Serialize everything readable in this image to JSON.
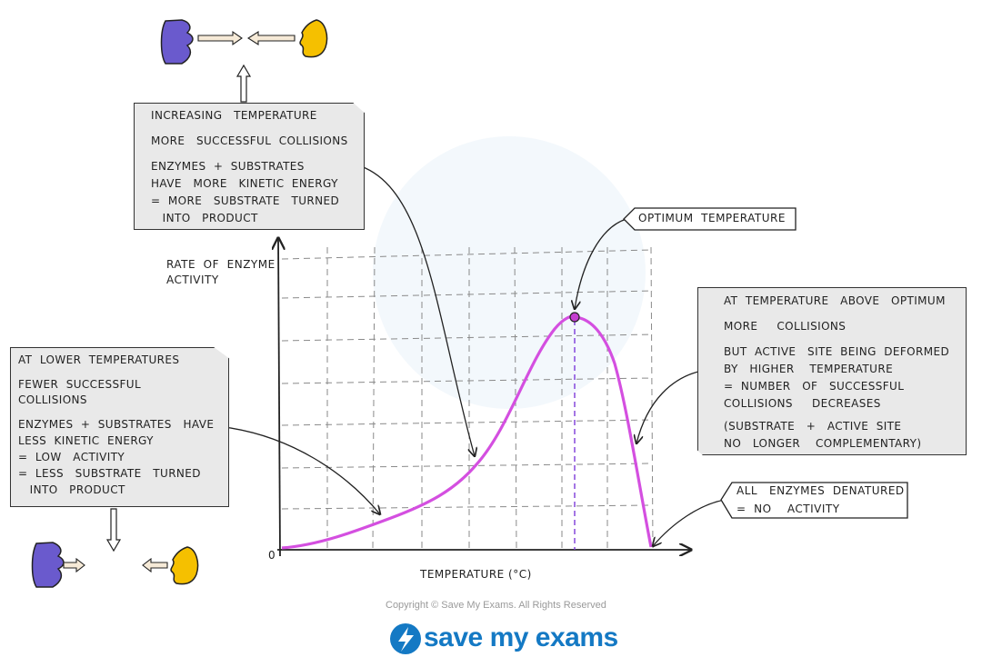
{
  "chart_data": {
    "type": "line",
    "xlabel": "TEMPERATURE (°C)",
    "ylabel_lines": [
      "RATE  OF  ENZYME",
      "ACTIVITY"
    ],
    "origin_label": "0",
    "curve_color": "#d44fe0",
    "peak_label": "OPTIMUM  TEMPERATURE"
  },
  "notes": {
    "increasing": {
      "title": "INCREASING   TEMPERATURE",
      "line1": "MORE   SUCCESSFUL  COLLISIONS",
      "line2": "ENZYMES  +  SUBSTRATES",
      "line3": "HAVE   MORE   KINETIC  ENERGY",
      "line4": "=  MORE   SUBSTRATE   TURNED",
      "line5": "   INTO   PRODUCT"
    },
    "lower": {
      "title": "AT  LOWER  TEMPERATURES",
      "line1": "FEWER  SUCCESSFUL",
      "line2": "COLLISIONS",
      "line3": "ENZYMES  +  SUBSTRATES   HAVE",
      "line4": "LESS  KINETIC  ENERGY",
      "line5": "=  LOW   ACTIVITY",
      "line6": "=  LESS   SUBSTRATE   TURNED",
      "line7": "   INTO   PRODUCT"
    },
    "above": {
      "title": "AT  TEMPERATURE   ABOVE   OPTIMUM",
      "line1": "MORE     COLLISIONS",
      "line2": "BUT  ACTIVE   SITE  BEING  DEFORMED",
      "line3": "BY   HIGHER    TEMPERATURE",
      "line4": "=  NUMBER   OF   SUCCESSFUL",
      "line5": "COLLISIONS     DECREASES",
      "line6": "(SUBSTRATE   +   ACTIVE  SITE",
      "line7": "NO   LONGER    COMPLEMENTARY)"
    },
    "denatured": {
      "line1": "ALL   ENZYMES  DENATURED",
      "line2": "=  NO    ACTIVITY"
    }
  },
  "footer": {
    "copyright": "Copyright © Save My Exams. All Rights Reserved",
    "brand": "save my exams"
  },
  "colors": {
    "enzyme": "#6a5acd",
    "substrate": "#f5c000",
    "box_fill": "#e9e9e9",
    "grid": "#8a8a8a"
  }
}
